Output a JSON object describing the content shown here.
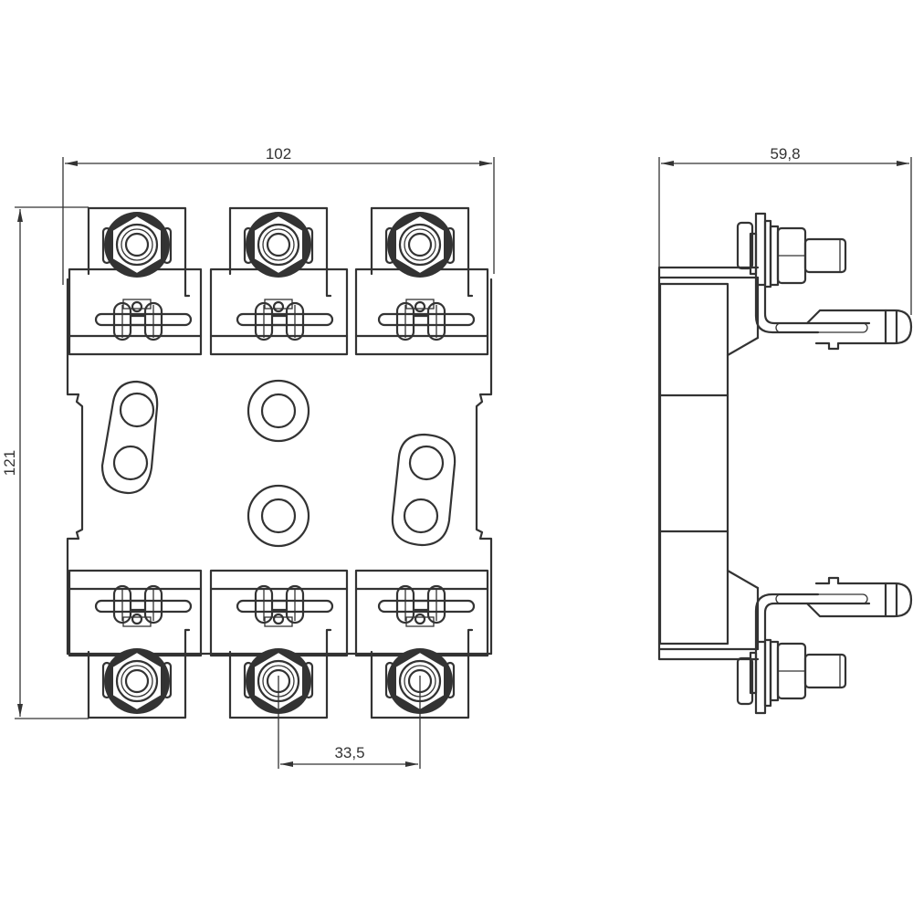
{
  "drawing": {
    "title": "Fuse base technical drawing",
    "colors": {
      "line": "#333333",
      "background": "#ffffff"
    },
    "views": [
      "front-view",
      "side-view"
    ]
  },
  "dimensions": {
    "width": {
      "label": "102",
      "view": "front",
      "orientation": "horizontal"
    },
    "height": {
      "label": "121",
      "view": "front",
      "orientation": "vertical"
    },
    "pitch": {
      "label": "33,5",
      "view": "front",
      "orientation": "horizontal"
    },
    "depth": {
      "label": "59,8",
      "view": "side",
      "orientation": "horizontal"
    }
  },
  "front_view": {
    "poles": 3,
    "top_terminals": 3,
    "bottom_terminals": 3,
    "mounting_holes": [
      "slot-left",
      "round-center-top",
      "round-center-bottom",
      "slot-right"
    ]
  },
  "side_view": {
    "terminals": [
      "top-bolt",
      "top-blade-contact",
      "bottom-blade-contact",
      "bottom-bolt"
    ]
  }
}
